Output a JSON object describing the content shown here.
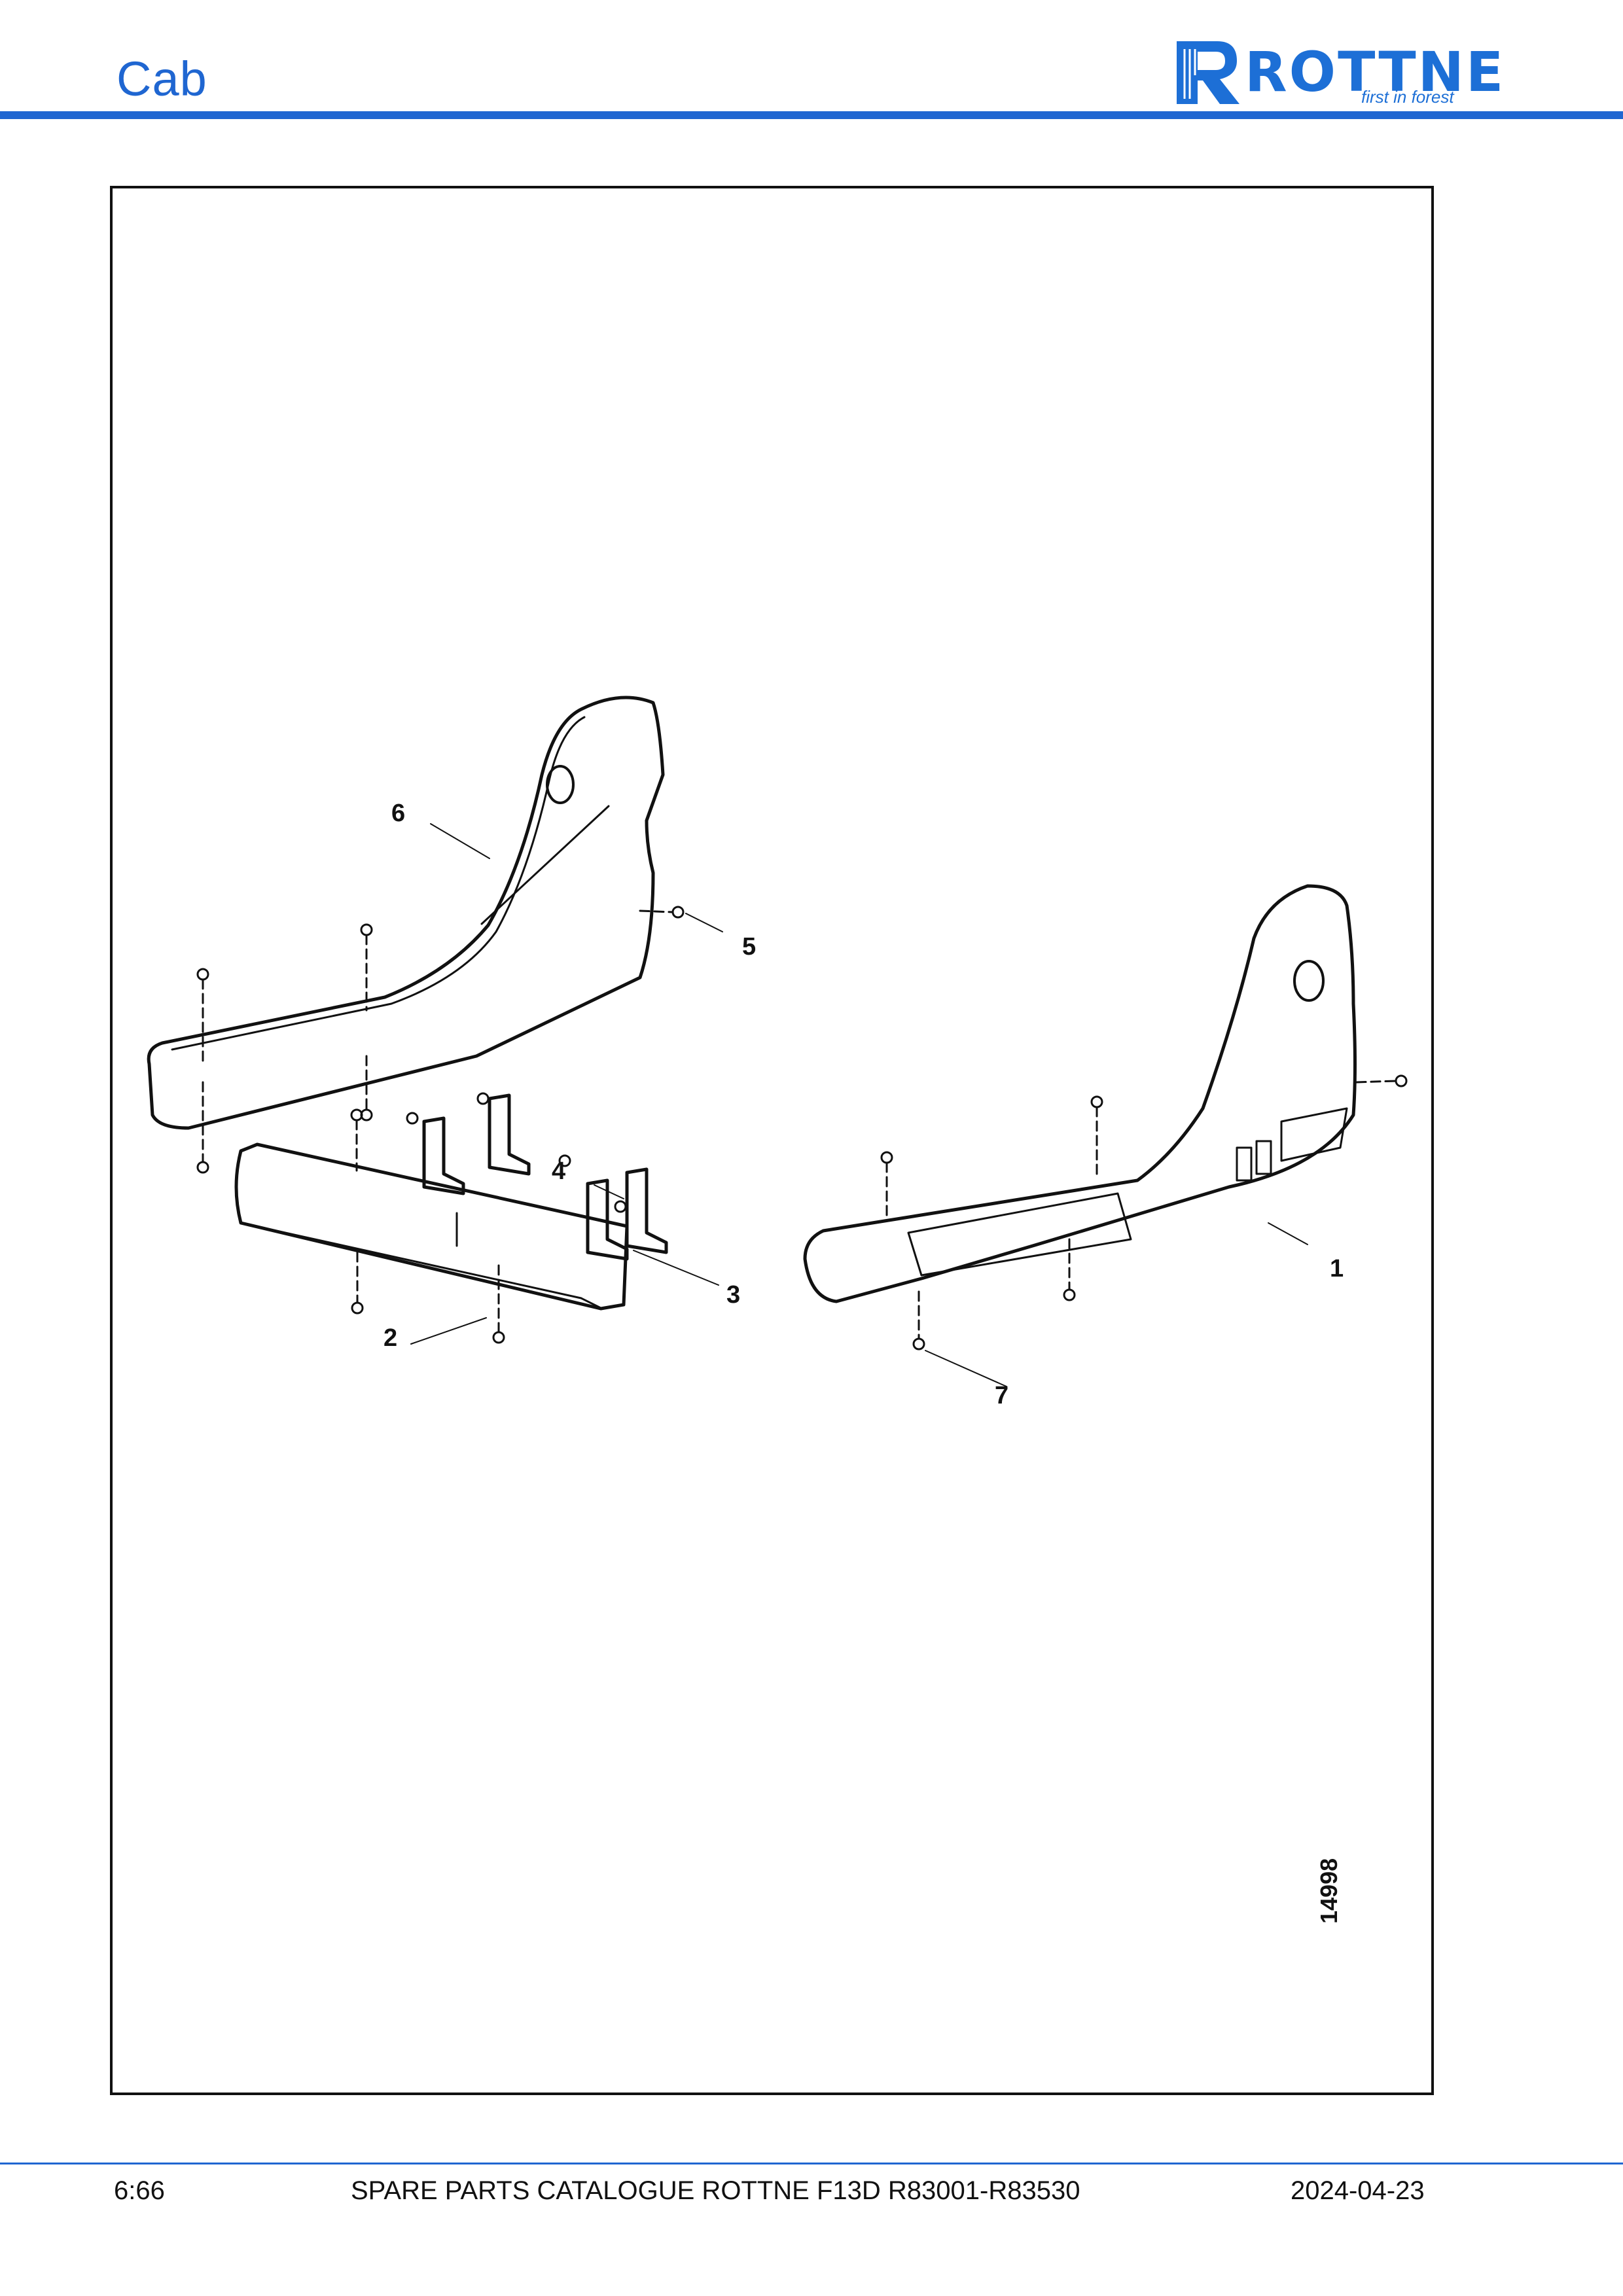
{
  "header": {
    "title": "Cab",
    "logo_word": "ROTTNE",
    "logo_tagline": "first in forest"
  },
  "figure": {
    "callouts": [
      "1",
      "2",
      "3",
      "4",
      "5",
      "6",
      "7"
    ],
    "figure_number": "14998"
  },
  "footer": {
    "page": "6:66",
    "catalogue": "SPARE PARTS CATALOGUE ROTTNE F13D R83001-R83530",
    "date": "2024-04-23"
  },
  "colors": {
    "brand_blue": "#1f66d1"
  }
}
